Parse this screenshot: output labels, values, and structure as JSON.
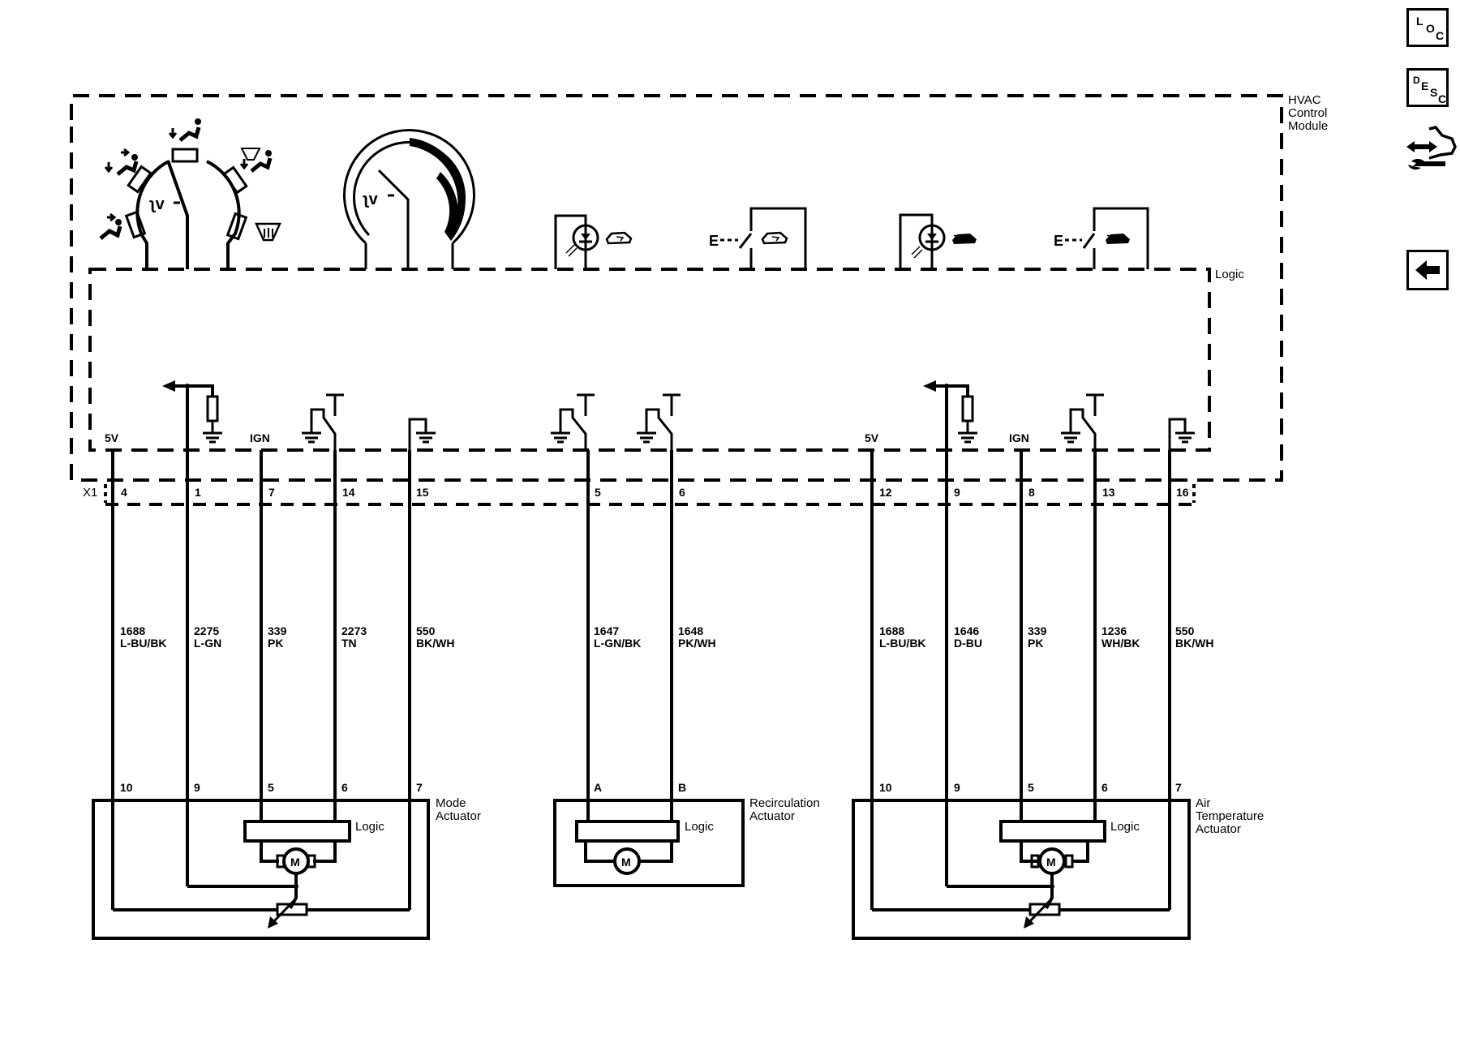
{
  "module": {
    "name_lines": [
      "HVAC",
      "Control",
      "Module"
    ],
    "logic_label": "Logic",
    "connector": "X1"
  },
  "module_pins": [
    {
      "label": "5V",
      "pin": "4"
    },
    {
      "label": "",
      "pin": "1"
    },
    {
      "label": "IGN",
      "pin": "7"
    },
    {
      "label": "",
      "pin": "14"
    },
    {
      "label": "",
      "pin": "15"
    },
    {
      "label": "",
      "pin": "5"
    },
    {
      "label": "",
      "pin": "6"
    },
    {
      "label": "5V",
      "pin": "12"
    },
    {
      "label": "",
      "pin": "9"
    },
    {
      "label": "IGN",
      "pin": "8"
    },
    {
      "label": "",
      "pin": "13"
    },
    {
      "label": "",
      "pin": "16"
    }
  ],
  "wires": [
    {
      "circuit": "1688",
      "color": "L-BU/BK"
    },
    {
      "circuit": "2275",
      "color": "L-GN"
    },
    {
      "circuit": "339",
      "color": "PK"
    },
    {
      "circuit": "2273",
      "color": "TN"
    },
    {
      "circuit": "550",
      "color": "BK/WH"
    },
    {
      "circuit": "1647",
      "color": "L-GN/BK"
    },
    {
      "circuit": "1648",
      "color": "PK/WH"
    },
    {
      "circuit": "1688",
      "color": "L-BU/BK"
    },
    {
      "circuit": "1646",
      "color": "D-BU"
    },
    {
      "circuit": "339",
      "color": "PK"
    },
    {
      "circuit": "1236",
      "color": "WH/BK"
    },
    {
      "circuit": "550",
      "color": "BK/WH"
    }
  ],
  "actuators": [
    {
      "name_lines": [
        "Mode",
        "Actuator"
      ],
      "pins": [
        "10",
        "9",
        "5",
        "6",
        "7"
      ],
      "logic_label": "Logic",
      "motor_label": "M"
    },
    {
      "name_lines": [
        "Recirculation",
        "Actuator"
      ],
      "pins": [
        "A",
        "B"
      ],
      "logic_label": "Logic",
      "motor_label": "M"
    },
    {
      "name_lines": [
        "Air",
        "Temperature",
        "Actuator"
      ],
      "pins": [
        "10",
        "9",
        "5",
        "6",
        "7"
      ],
      "logic_label": "Logic",
      "motor_label": "M"
    }
  ],
  "switch_labels": {
    "e_left": "E",
    "e_right": "E"
  },
  "side_nav": {
    "loc": [
      "L",
      "O",
      "C"
    ],
    "desc": [
      "D",
      "E",
      "S",
      "C"
    ]
  }
}
